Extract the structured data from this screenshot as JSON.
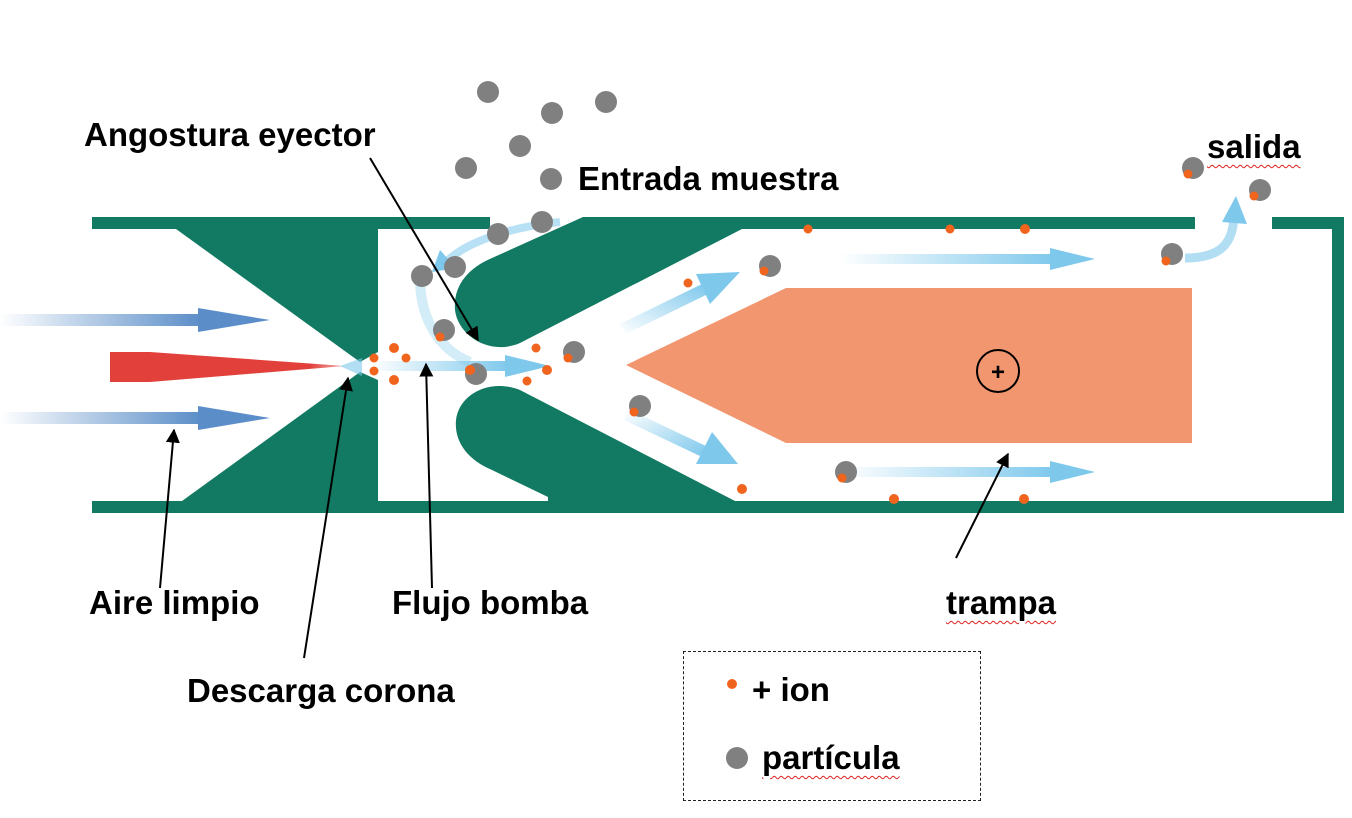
{
  "labels": {
    "angostura": "Angostura eyector",
    "entrada": "Entrada muestra",
    "salida": "salida",
    "aire": "Aire limpio",
    "flujo": "Flujo bomba",
    "trampa": "trampa",
    "descarga": "Descarga corona",
    "trap_symbol": "+"
  },
  "legend": {
    "ion": "+ ion",
    "particle": "partícula"
  },
  "colors": {
    "housing": "#127a62",
    "trap": "#f2966f",
    "ion": "#f0641e",
    "particle": "#808080",
    "needle": "#e2403a",
    "flow_arrow": "#7ec8ec",
    "air_arrow": "#5b8ec8",
    "spellcheck_underline": "#e02020"
  }
}
